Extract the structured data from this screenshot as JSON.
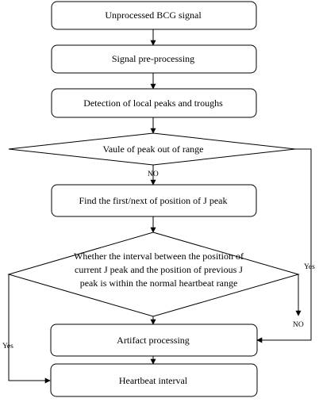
{
  "flowchart": {
    "nodes": {
      "n1": "Unprocessed BCG signal",
      "n2": "Signal pre-processing",
      "n3": "Detection of local peaks and troughs",
      "d1": "Vaule of peak out of range",
      "n4": "Find the first/next of position of J peak",
      "d2": [
        "Whether the interval between the position of",
        "current J peak and the position of previous J",
        "peak is within the normal heartbeat range"
      ],
      "n5": "Artifact processing",
      "n6": "Heartbeat interval"
    },
    "edge_labels": {
      "d1_no": "NO",
      "d1_yes": "Yes",
      "d2_no": "NO",
      "d2_yes": "Yes"
    }
  }
}
